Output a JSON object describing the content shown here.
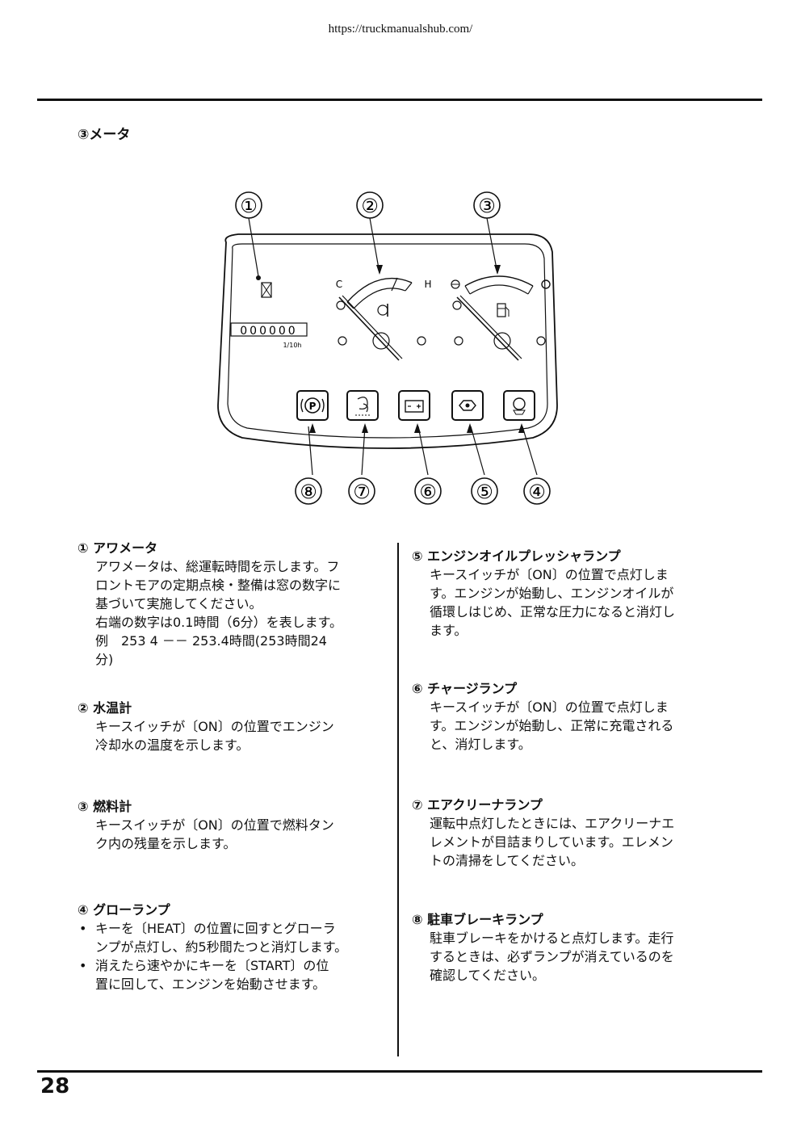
{
  "header": {
    "url": "https://truckmanualshub.com/"
  },
  "section": {
    "title": "③メータ"
  },
  "diagram": {
    "callouts_top": [
      "①",
      "②",
      "③"
    ],
    "callouts_bottom": [
      "⑧",
      "⑦",
      "⑥",
      "⑤",
      "④"
    ],
    "hourmeter_digits": "000000",
    "hourmeter_unit": "1/10h",
    "temp_cold": "C",
    "temp_hot": "H"
  },
  "left_items": [
    {
      "title": "① アワメータ",
      "body": "アワメータは、総運転時間を示します。フ\nロントモアの定期点検・整備は窓の数字に\n基づいて実施してください。\n右端の数字は0.1時間（6分）を表します。\n例　253 4 －－ 253.4時間(253時間24\n分)"
    },
    {
      "title": "② 水温計",
      "body": "キースイッチが〔ON〕の位置でエンジン\n冷却水の温度を示します。"
    },
    {
      "title": "③ 燃料計",
      "body": "キースイッチが〔ON〕の位置で燃料タン\nク内の残量を示します。"
    },
    {
      "title": "④ グローランプ",
      "bullets": [
        "キーを〔HEAT〕の位置に回すとグローラ\nンプが点灯し、約5秒間たつと消灯します。",
        "消えたら速やかにキーを〔START〕の位\n置に回して、エンジンを始動させます。"
      ]
    }
  ],
  "right_items": [
    {
      "title": "⑤ エンジンオイルプレッシャランプ",
      "body": "キースイッチが〔ON〕の位置で点灯しま\nす。エンジンが始動し、エンジンオイルが\n循環しはじめ、正常な圧力になると消灯し\nます。"
    },
    {
      "title": "⑥ チャージランプ",
      "body": "キースイッチが〔ON〕の位置で点灯しま\nす。エンジンが始動し、正常に充電される\nと、消灯します。"
    },
    {
      "title": "⑦ エアクリーナランプ",
      "body": "運転中点灯したときには、エアクリーナエ\nレメントが目詰まりしています。エレメン\nトの清掃をしてください。"
    },
    {
      "title": "⑧ 駐車ブレーキランプ",
      "body": "駐車ブレーキをかけると点灯します。走行\nするときは、必ずランプが消えているのを\n確認してください。"
    }
  ],
  "footer": {
    "page_number": "28"
  }
}
